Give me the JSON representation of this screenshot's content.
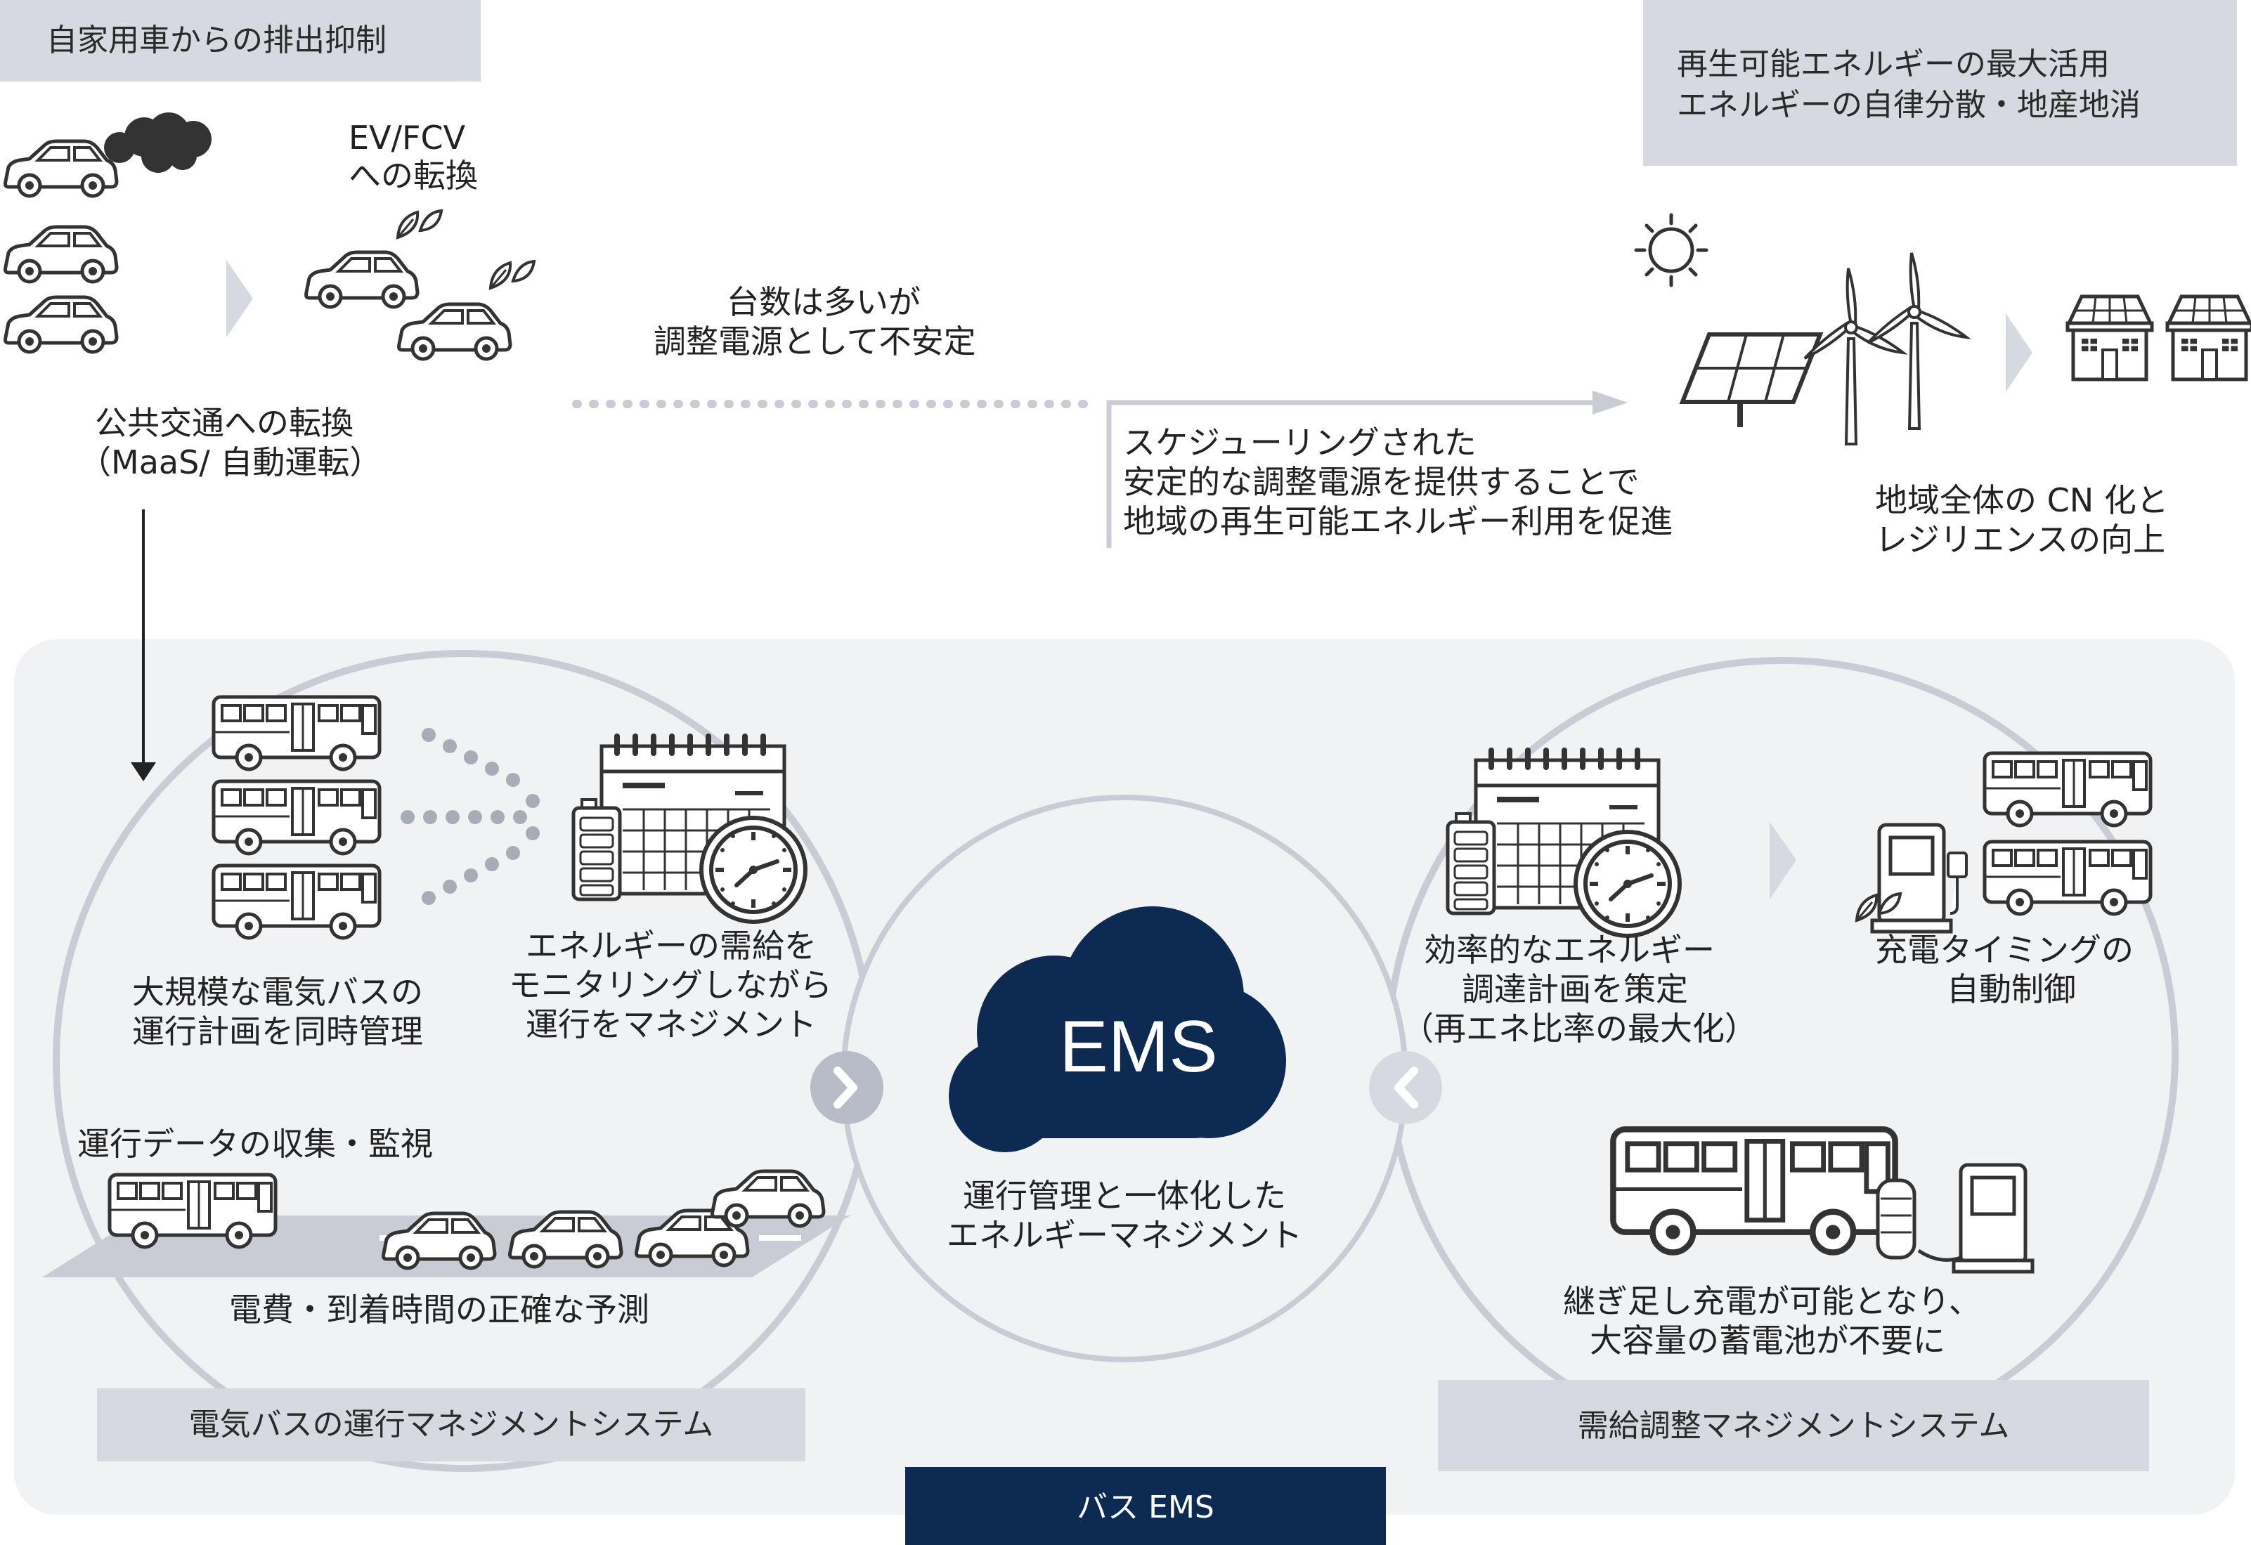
{
  "colors": {
    "navy": "#0d2a52",
    "panel": "#f1f2f4",
    "tag": "#d6d9e0",
    "ring": "#c9ccd5",
    "icon": "#333333"
  },
  "top_left": {
    "label": "自家用車からの排出抑制",
    "ev_line1": "EV/FCV",
    "ev_line2": "への転換",
    "public_line1": "公共交通への転換",
    "public_line2": "（MaaS/ 自動運転）"
  },
  "top_middle": {
    "unstable_line1": "台数は多いが",
    "unstable_line2": "調整電源として不安定",
    "promote_line1": "スケジューリングされた",
    "promote_line2": "安定的な調整電源を提供することで",
    "promote_line3": "地域の再生可能エネルギー利用を促進"
  },
  "top_right": {
    "label_line1": "再生可能エネルギーの最大活用",
    "label_line2": "エネルギーの自律分散・地産地消",
    "result_line1": "地域全体の CN 化と",
    "result_line2": "レジリエンスの向上"
  },
  "left_system": {
    "fleet_line1": "大規模な電気バスの",
    "fleet_line2": "運行計画を同時管理",
    "monitor_line1": "エネルギーの需給を",
    "monitor_line2": "モニタリングしながら",
    "monitor_line3": "運行をマネジメント",
    "collect": "運行データの収集・監視",
    "predict": "電費・到着時間の正確な予測",
    "title": "電気バスの運行マネジメントシステム"
  },
  "center": {
    "ems": "EMS",
    "caption_line1": "運行管理と一体化した",
    "caption_line2": "エネルギーマネジメント",
    "bottom_label": "バス EMS"
  },
  "right_system": {
    "plan_line1": "効率的なエネルギー",
    "plan_line2": "調達計画を策定",
    "plan_line3": "（再エネ比率の最大化）",
    "charge_line1": "充電タイミングの",
    "charge_line2": "自動制御",
    "battery_line1": "継ぎ足し充電が可能となり、",
    "battery_line2": "大容量の蓄電池が不要に",
    "title": "需給調整マネジメントシステム"
  },
  "icons": [
    "car-icon",
    "exhaust-cloud-icon",
    "leaf-icon",
    "chevron-right-icon",
    "sun-icon",
    "solar-panel-icon",
    "wind-turbine-icon",
    "house-icon",
    "bus-icon",
    "calendar-icon",
    "clock-icon",
    "battery-icon",
    "charger-icon",
    "cloud-icon",
    "arrow-down-icon"
  ]
}
